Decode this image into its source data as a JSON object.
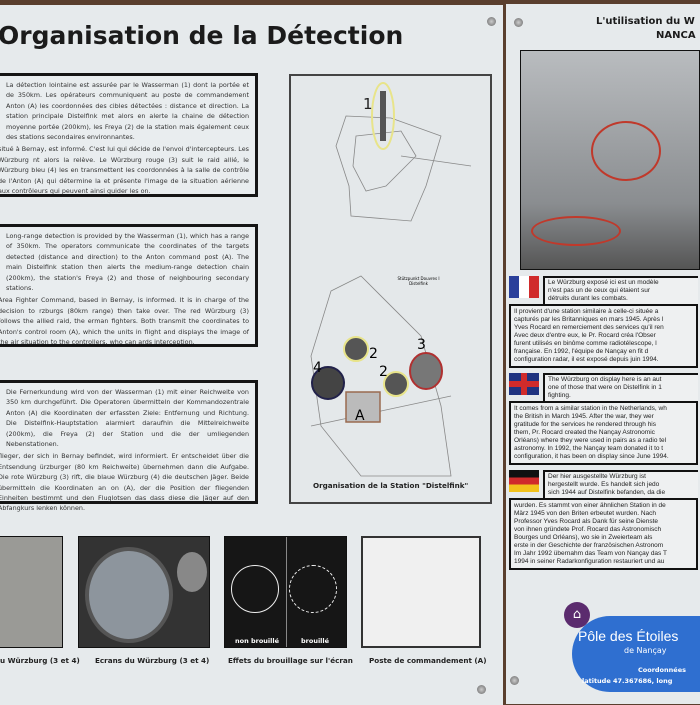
{
  "left_panel": {
    "title": "Organisation de la Détection",
    "fr": [
      "La détection lointaine est assurée par le Wasserman (1) dont la portée et de 350km. Les opérateurs communiquent au poste de commandement Anton (A) les coordonnées des cibles détectées : distance et direction. La station principale Distelfink met alors en alerte la chaine de détection moyenne portée (200km), les Freya (2) de la station mais également ceux des stations secondaires environnantes.",
      "situé à Bernay, est informé. C'est lui qui décide de l'envoi d'intercepteurs. Les Würzburg nt alors la relève. Le Würzburg rouge (3) suit le raid allié, le Würzburg bleu (4) les en transmettent les coordonnées à la salle de contrôle de l'Anton (A) qui détermine la et présente l'image de la situation aérienne aux contrôleurs qui peuvent ainsi guider les on."
    ],
    "en": [
      "Long-range detection is provided by the Wasserman (1), which has a range of 350km. The operators communicate the coordinates of the targets detected (distance and direction) to the Anton command post (A). The main Distelfink station then alerts the medium-range detection chain (200km), the station's Freya (2) and those of neighbouring secondary stations.",
      "Area Fighter Command, based in Bernay, is informed. It is in charge of the decision to rzburgs (80km range) then take over. The red Würzburg (3) follows the allied raid, the erman fighters. Both transmit the coordinates to Anton's control room (A), which the units in flight and displays the image of the air situation to the controllers, who can ards interception."
    ],
    "de": [
      "Die Fernerkundung wird von der Wasserman (1) mit einer Reichweite von 350 km durchgeführt. Die Operatoren übermitteln der Kommandozentrale Anton (A) die Koordinaten der erfassten Ziele: Entfernung und Richtung. Die Distelfink-Hauptstation alarmiert daraufhin die Mittelreichweite (200km), die Freya (2) der Station und die der umliegenden Nebenstationen.",
      "flieger, der sich in Bernay befindet, wird informiert. Er entscheidet über die Entsendung ürzburger (80 km Reichweite) übernehmen dann die Aufgabe. Die rote Würzburg (3) rift, die blaue Würzburg (4) die deutschen Jäger. Beide übermitteln die Koordinaten an on (A), der die Position der fliegenden Einheiten bestimmt und den Fluglotsen das dass diese die Jäger auf den Abfangkurs lenken können."
    ],
    "map": {
      "labels": [
        "1",
        "2",
        "2",
        "3",
        "4",
        "A"
      ],
      "site_label": "Stützpunkt Douvres I Distelfink",
      "caption": "Organisation de la Station \"Distelfink\"",
      "marker_colors": {
        "wasserman": "#e8e48a",
        "freya": "#e8e48a",
        "wurzburg_red": "#b03030",
        "wurzburg_blue": "#22224a",
        "anton": "#9a6a50"
      }
    },
    "photos": [
      {
        "caption": "u Würzburg (3 et 4)"
      },
      {
        "caption": "Ecrans du Würzburg (3 et 4)"
      },
      {
        "caption": "Effets du brouillage sur l'écran",
        "labels": [
          "non brouillé",
          "brouillé"
        ]
      },
      {
        "caption": "Poste de commandement (A)"
      }
    ]
  },
  "right_panel": {
    "title_line1": "L'utilisation du W",
    "title_line2": "NANCA",
    "sections": [
      {
        "flag": "france",
        "lines": [
          "Le Würzburg exposé ici est un modèle",
          "n'est pas un de ceux qui étaient sur",
          "détruits durant les combats.",
          "Il provient d'une station similaire à celle-ci située a",
          "capturés par les Britanniques en mars 1945. Après l",
          "Yves Rocard en remerciement des services qu'il ren",
          "Avec deux d'entre eux, le Pr. Rocard créa l'Obser",
          "furent utilisés en binôme comme radiotélescope, l",
          "française. En 1992, l'équipe de Nançay en fit d",
          "configuration radar, il est exposé depuis juin 1994."
        ]
      },
      {
        "flag": "uk",
        "lines": [
          "The Würzburg on display here is an aut",
          "one of those that were on Distelfink in 1",
          "fighting.",
          "It comes from a similar station in the Netherlands, wh",
          "the British in March 1945. After the war, they wer",
          "gratitude for the services he rendered through his",
          "them, Pr. Rocard created the Nançay Astronomic",
          "Orléans) where they were used in pairs as a radio tel",
          "astronomy. In 1992, the Nançay team donated it to t",
          "configuration, it has been on display since June 1994."
        ]
      },
      {
        "flag": "germany",
        "lines": [
          "Der hier ausgestellte Würzburg ist",
          "hergestellt wurde. Es handelt sich jedo",
          "sich 1944 auf Distelfink befanden, da die",
          "wurden. Es stammt von einer ähnlichen Station in de",
          "März 1945 von den Briten erbeutet wurden. Nach",
          "Professor Yves Rocard als Dank für seine Dienste",
          "von ihnen gründete Prof. Rocard das Astronomisch",
          "Bourges und Orléans), wo sie in Zweierteam als",
          "erste in der Geschichte der französischen Astronom",
          "Im Jahr 1992 übernahm das Team von Nançay das T",
          "1994 in seiner Radarkonfiguration restauriert und au"
        ]
      }
    ],
    "logo": {
      "name": "Pôle des Étoiles",
      "sub": "de Nançay",
      "coords_title": "Coordonnées",
      "coords": "latitude 47.367686, long",
      "color": "#2f6fd0",
      "badge_color": "#5b2b6e"
    }
  }
}
